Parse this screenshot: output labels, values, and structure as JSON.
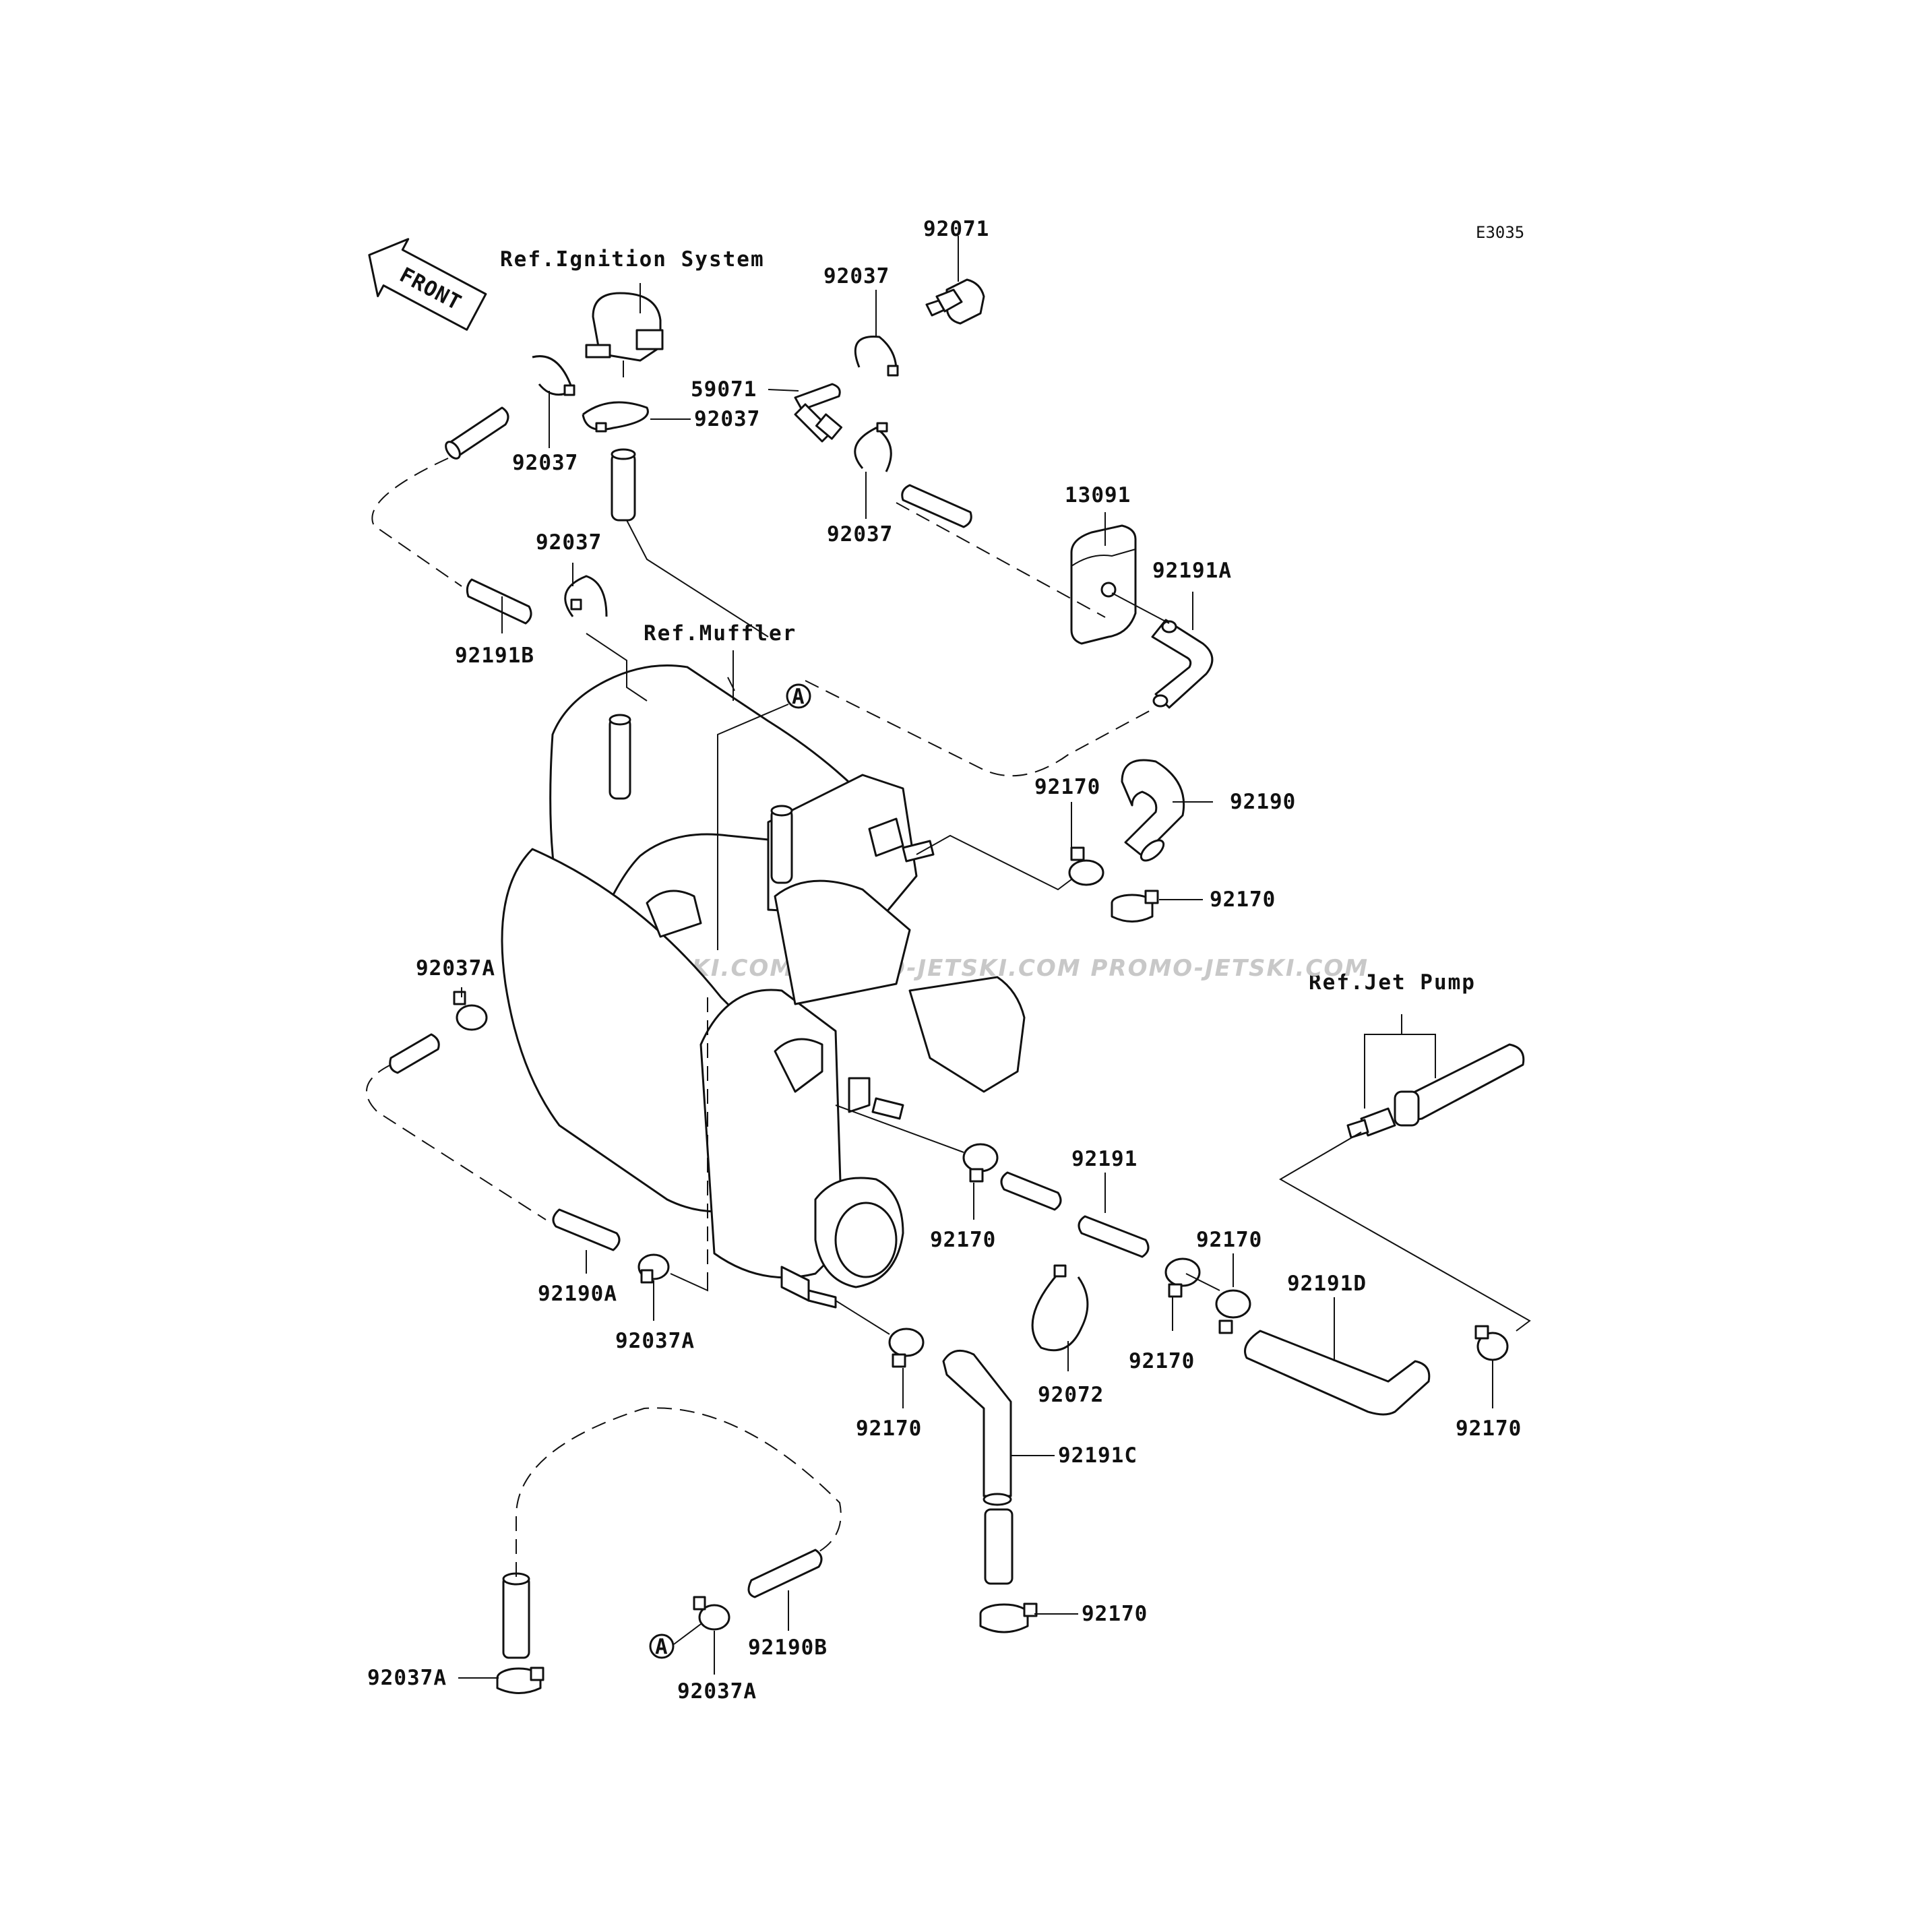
{
  "diagram_code": "E3035",
  "front_arrow_label": "FRONT",
  "watermark": "JETSKI.COM PROMO-JETSKI.COM PROMO-JETSKI.COM",
  "references": {
    "ignition": "Ref.Ignition System",
    "muffler": "Ref.Muffler",
    "jet_pump": "Ref.Jet Pump"
  },
  "callout_marker": "A",
  "part_labels": {
    "p92071": "92071",
    "p92037_top": "92037",
    "p59071": "59071",
    "p92037_mid": "92037",
    "p92037_left": "92037",
    "p92037_lower": "92037",
    "p92037_b": "92037",
    "p13091": "13091",
    "p92191A": "92191A",
    "p92191B": "92191B",
    "p92170_a": "92170",
    "p92190": "92190",
    "p92170_b": "92170",
    "p92037A_a": "92037A",
    "p92191": "92191",
    "p92170_c": "92170",
    "p92170_d": "92170",
    "p92191D": "92191D",
    "p92190A": "92190A",
    "p92037A_b": "92037A",
    "p92072": "92072",
    "p92170_e": "92170",
    "p92170_f": "92170",
    "p92170_g": "92170",
    "p92191C": "92191C",
    "p92170_h": "92170",
    "p92037A_c": "92037A",
    "p92037A_d": "92037A",
    "p92190B": "92190B"
  }
}
